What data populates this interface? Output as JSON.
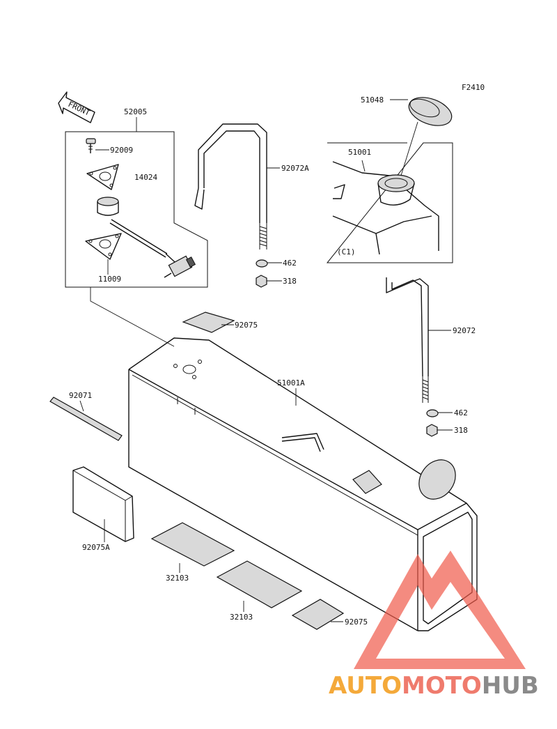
{
  "figure_code": "F2410",
  "front_label": "FRONT",
  "labels": {
    "p52005": "52005",
    "p92009": "92009",
    "p14024": "14024",
    "p11009": "11009",
    "p92072A": "92072A",
    "p462a": "462",
    "p318a": "318",
    "p51048": "51048",
    "p51001": "51001",
    "c1": "(C1)",
    "p92072": "92072",
    "p462b": "462",
    "p318b": "318",
    "p92075a": "92075",
    "p51001A": "51001A",
    "p92071": "92071",
    "p92075A": "92075A",
    "p32103a": "32103",
    "p32103b": "32103",
    "p92075b": "92075"
  },
  "watermark": {
    "part1": "AUTO",
    "part2": "MOTO",
    "part3": "HUB",
    "color1": "#f4a93a",
    "color2": "#ef7b6d",
    "color3": "#8a8a8a",
    "logo_color": "#f05a4a"
  }
}
